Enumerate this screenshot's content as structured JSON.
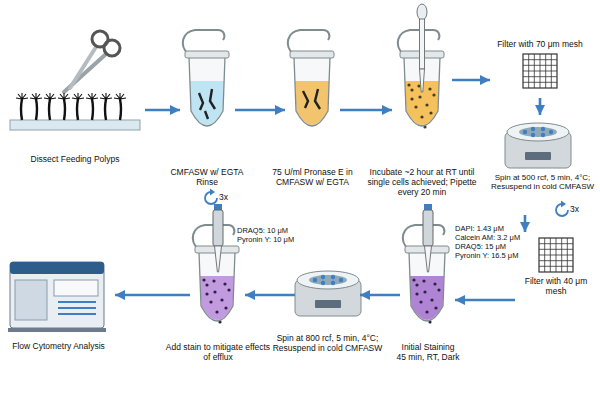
{
  "diagram": {
    "nodes": [
      {
        "text": [
          "Dissect Feeding Polyps"
        ]
      },
      {
        "text": [
          "CMFASW w/ EGTA Rinse",
          "3x"
        ]
      },
      {
        "text": [
          "75 U/ml Pronase E in CMFASW w/ EGTA"
        ]
      },
      {
        "text": [
          "Incubate ~2 hour at RT until single cells achieved; Pipette every 20 min"
        ]
      },
      {
        "text": [
          "Filter with 70 μm mesh"
        ]
      },
      {
        "text": [
          "Spin at 500 rcf, 5 min, 4°C; Resuspend in cold CMFASW",
          "3x"
        ]
      },
      {
        "text": [
          "Filter with 40 μm mesh"
        ]
      },
      {
        "text": [
          "DAPI: 1.43 μM",
          "Calcein AM: 3.2 μM",
          "DRAQ5: 15 μM",
          "Pyronin Y: 16.5 μM",
          "Initial Staining",
          "45 min, RT, Dark"
        ]
      },
      {
        "text": [
          "Spin at 800 rcf, 5 min, 4°C; Resuspend in cold CMFASW"
        ]
      },
      {
        "text": [
          "DRAQ5: 10 μM",
          "Pyronin Y: 10 μM",
          "Add stain to mitigate effects of efflux"
        ]
      },
      {
        "text": [
          "Flow Cytometry Analysis"
        ]
      }
    ],
    "edges": [
      {
        "from": 0,
        "to": 1,
        "arrow": "to"
      },
      {
        "from": 1,
        "to": 2,
        "arrow": "to"
      },
      {
        "from": 2,
        "to": 3,
        "arrow": "to"
      },
      {
        "from": 3,
        "to": 4,
        "arrow": "to"
      },
      {
        "from": 4,
        "to": 5,
        "arrow": "to"
      },
      {
        "from": 5,
        "to": 6,
        "arrow": "to"
      },
      {
        "from": 6,
        "to": 7,
        "arrow": "to"
      },
      {
        "from": 7,
        "to": 8,
        "arrow": "to"
      },
      {
        "from": 8,
        "to": 9,
        "arrow": "to"
      },
      {
        "from": 9,
        "to": 10,
        "arrow": "to"
      }
    ]
  }
}
